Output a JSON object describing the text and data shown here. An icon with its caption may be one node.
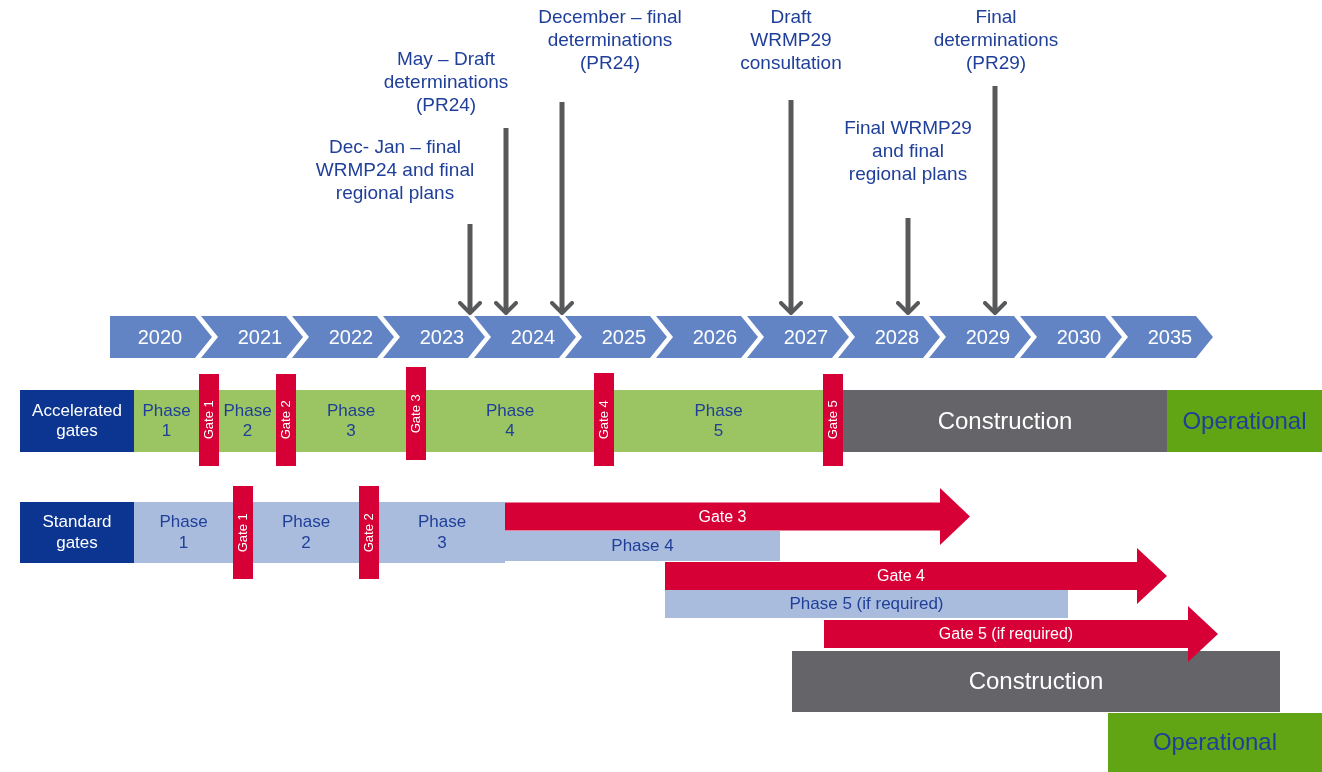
{
  "diagram": {
    "nodes": [
      {
        "text": [
          "Dec- Jan – final WRMP24 and final regional plans"
        ]
      },
      {
        "text": [
          "May – Draft determinations (PR24)"
        ]
      },
      {
        "text": [
          "December – final determinations (PR24)"
        ]
      },
      {
        "text": [
          "Draft WRMP29 consultation"
        ]
      },
      {
        "text": [
          "Final WRMP29 and final regional plans"
        ]
      },
      {
        "text": [
          "Final determinations (PR29)"
        ]
      },
      {
        "text": [
          "2020",
          "2021",
          "2022",
          "2023",
          "2024",
          "2025",
          "2026",
          "2027",
          "2028",
          "2029",
          "2030",
          "2035"
        ]
      },
      {
        "text": [
          "Accelerated gates"
        ]
      },
      {
        "text": [
          "Phase 1"
        ]
      },
      {
        "text": [
          "Gate 1"
        ]
      },
      {
        "text": [
          "Phase 2"
        ]
      },
      {
        "text": [
          "Gate 2"
        ]
      },
      {
        "text": [
          "Phase 3"
        ]
      },
      {
        "text": [
          "Gate 3"
        ]
      },
      {
        "text": [
          "Phase 4"
        ]
      },
      {
        "text": [
          "Gate 4"
        ]
      },
      {
        "text": [
          "Phase 5"
        ]
      },
      {
        "text": [
          "Gate 5"
        ]
      },
      {
        "text": [
          "Construction"
        ]
      },
      {
        "text": [
          "Operational"
        ]
      },
      {
        "text": [
          "Standard gates"
        ]
      },
      {
        "text": [
          "Phase 1"
        ]
      },
      {
        "text": [
          "Gate 1"
        ]
      },
      {
        "text": [
          "Phase 2"
        ]
      },
      {
        "text": [
          "Gate 2"
        ]
      },
      {
        "text": [
          "Phase 3"
        ]
      },
      {
        "text": [
          "Gate 3"
        ]
      },
      {
        "text": [
          "Phase 4"
        ]
      },
      {
        "text": [
          "Gate 4"
        ]
      },
      {
        "text": [
          "Phase 5 (if required)"
        ]
      },
      {
        "text": [
          "Gate 5 (if required)"
        ]
      },
      {
        "text": [
          "Construction"
        ]
      },
      {
        "text": [
          "Operational"
        ]
      }
    ],
    "edges": [
      {
        "from": 0,
        "to": 6,
        "arrow": "to"
      },
      {
        "from": 1,
        "to": 6,
        "arrow": "to"
      },
      {
        "from": 2,
        "to": 6,
        "arrow": "to"
      },
      {
        "from": 3,
        "to": 6,
        "arrow": "to"
      },
      {
        "from": 4,
        "to": 6,
        "arrow": "to"
      },
      {
        "from": 5,
        "to": 6,
        "arrow": "to"
      }
    ]
  }
}
